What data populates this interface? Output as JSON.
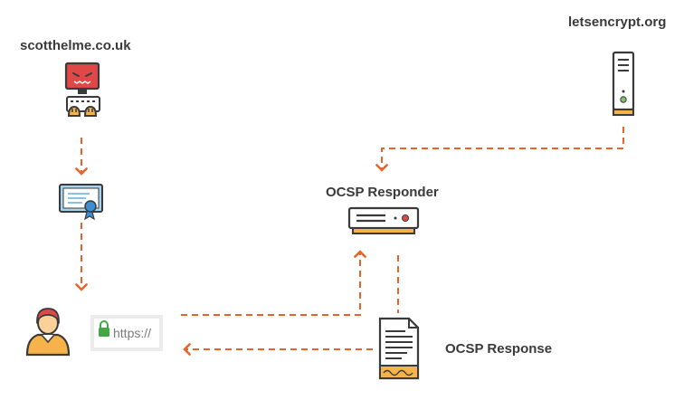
{
  "labels": {
    "website": "scotthelme.co.uk",
    "ca": "letsencrypt.org",
    "responder": "OCSP Responder",
    "response": "OCSP Response"
  },
  "browser": {
    "url": "https://"
  },
  "icons": {
    "attacker": "hacker-computer-icon",
    "certificate": "certificate-icon",
    "ca_server": "server-tower-icon",
    "responder": "server-rack-icon",
    "response": "document-icon",
    "user": "user-icon",
    "lock": "padlock-icon"
  },
  "colors": {
    "arrow": "#e8632a",
    "red": "#e04848",
    "dark": "#3a3a3a",
    "gold": "#f5b349",
    "blue": "#a8d4ef",
    "green": "#43a748"
  }
}
